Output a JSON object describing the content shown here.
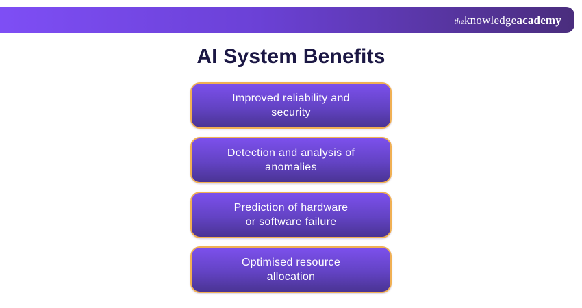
{
  "page": {
    "background": "#FFFFFF"
  },
  "header": {
    "logo": {
      "prefix": "the",
      "name": "knowledge",
      "suffix": "academy"
    },
    "gradient_left": "#7E4EF5",
    "gradient_right": "#4A2D7D",
    "text_color": "#FFFFFF"
  },
  "title": {
    "text": "AI System Benefits",
    "color": "#1B1744"
  },
  "benefits": {
    "card_style": {
      "gradient_top": "#7C50EC",
      "gradient_bottom": "#4A3494",
      "border_color": "#F0B054",
      "text_color": "#FFFFFF"
    },
    "items": [
      {
        "line1": "Improved reliability and",
        "line2": "security"
      },
      {
        "line1": "Detection and analysis of",
        "line2": "anomalies"
      },
      {
        "line1": "Prediction of hardware",
        "line2": "or software failure"
      },
      {
        "line1": "Optimised resource",
        "line2": "allocation"
      }
    ]
  }
}
